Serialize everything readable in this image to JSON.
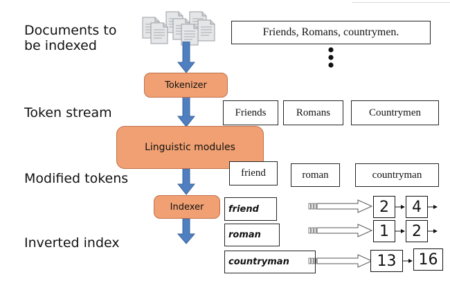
{
  "labels": {
    "documents_line1": "Documents to",
    "documents_line2": "be indexed",
    "token_stream": "Token stream",
    "modified_tokens": "Modified tokens",
    "inverted_index": "Inverted index"
  },
  "document_text": "Friends, Romans, countrymen.",
  "processes": {
    "tokenizer": "Tokenizer",
    "linguistic": "Linguistic modules",
    "indexer": "Indexer"
  },
  "token_stream": [
    "Friends",
    "Romans",
    "Countrymen"
  ],
  "modified_tokens": [
    "friend",
    "roman",
    "countryman"
  ],
  "index": [
    {
      "term": "friend",
      "postings": [
        "2",
        "4"
      ]
    },
    {
      "term": "roman",
      "postings": [
        "1",
        "2"
      ]
    },
    {
      "term": "countryman",
      "postings": [
        "13",
        "16"
      ]
    }
  ],
  "colors": {
    "process_fill": "#f0a072",
    "arrow_fill": "#4f7fc0"
  },
  "icons": [
    "documents-stack-icon",
    "vertical-ellipsis-icon",
    "down-arrow-icon",
    "pointer-arrow-icon"
  ]
}
